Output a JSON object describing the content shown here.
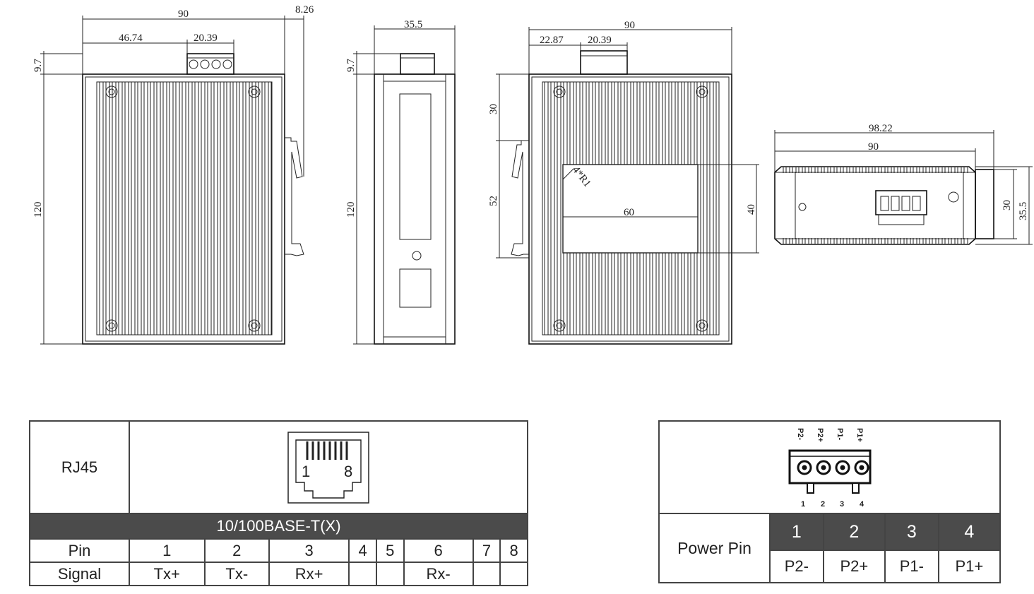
{
  "dimensions": {
    "front": {
      "width": "90",
      "din": "8.26",
      "term_off": "46.74",
      "term_w": "20.39",
      "top": "9.7",
      "height": "120"
    },
    "side": {
      "depth": "35.5",
      "top": "9.7",
      "height": "120"
    },
    "back": {
      "width": "90",
      "off": "22.87",
      "term_w": "20.39",
      "r": "30",
      "rail": "52",
      "plate_w": "60",
      "plate_h": "40",
      "radius": "4*R1"
    },
    "topview": {
      "overall": "98.22",
      "width": "90",
      "h1": "30",
      "h2": "35.5"
    }
  },
  "rj45_table": {
    "label": "RJ45",
    "connector_pin_first": "1",
    "connector_pin_last": "8",
    "standard": "10/100BASE-T(X)",
    "pin_header": "Pin",
    "signal_header": "Signal",
    "pins": [
      "1",
      "2",
      "3",
      "4",
      "5",
      "6",
      "7",
      "8"
    ],
    "signals": [
      "Tx+",
      "Tx-",
      "Rx+",
      "",
      "",
      "Rx-",
      "",
      ""
    ]
  },
  "power_table": {
    "label": "Power Pin",
    "terminal_labels": [
      "P2-",
      "P2+",
      "P1-",
      "P1+"
    ],
    "terminal_numbers": [
      "1",
      "2",
      "3",
      "4"
    ],
    "pins": [
      "1",
      "2",
      "3",
      "4"
    ],
    "signals": [
      "P2-",
      "P2+",
      "P1-",
      "P1+"
    ]
  }
}
